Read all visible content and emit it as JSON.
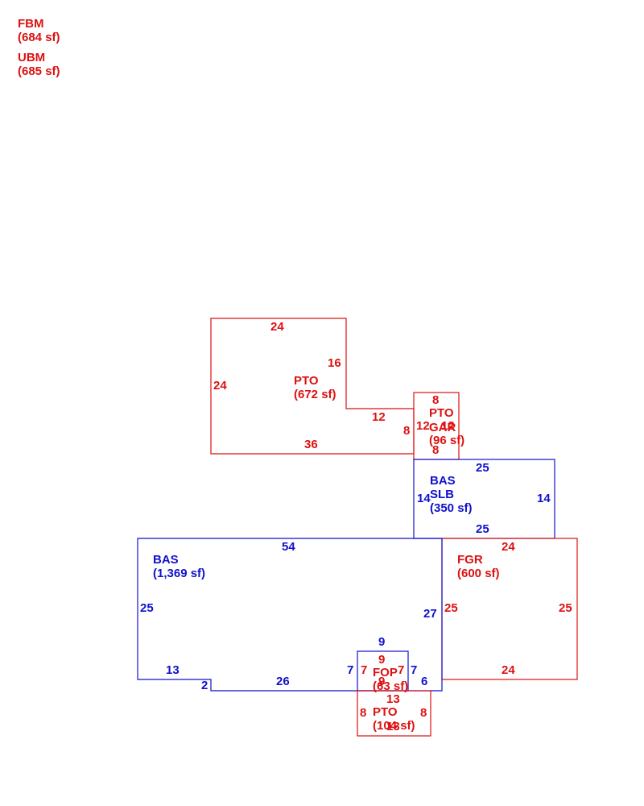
{
  "colors": {
    "red": "#dd1111",
    "blue": "#1111cc"
  },
  "legend": {
    "fbm": {
      "code": "FBM",
      "area": "(684 sf)"
    },
    "ubm": {
      "code": "UBM",
      "area": "(685 sf)"
    }
  },
  "areas": {
    "pto_main": {
      "name": "PTO",
      "area": "(672 sf)",
      "dims": [
        "24",
        "16",
        "24",
        "12",
        "8",
        "36"
      ]
    },
    "pto_small": {
      "name": "PTO",
      "area": "",
      "dims": [
        "8",
        "12",
        "12",
        "8"
      ]
    },
    "gar": {
      "name": "GAR",
      "area": "(96 sf)"
    },
    "bas_slb": {
      "name": "BAS",
      "sub": "SLB",
      "area": "(350 sf)",
      "dims": [
        "25",
        "14",
        "14",
        "25"
      ]
    },
    "bas_main": {
      "name": "BAS",
      "area": "(1,369 sf)",
      "dims": [
        "54",
        "25",
        "27",
        "13",
        "2",
        "26",
        "7",
        "6",
        "9"
      ]
    },
    "fgr": {
      "name": "FGR",
      "area": "(600 sf)",
      "dims": [
        "24",
        "25",
        "25",
        "24"
      ]
    },
    "fop": {
      "name": "FOP",
      "area": "(63 sf)",
      "dims": [
        "9",
        "7",
        "7",
        "9"
      ]
    },
    "pto_bottom": {
      "name": "PTO",
      "area": "(104 sf)",
      "dims": [
        "13",
        "8",
        "8",
        "13"
      ]
    }
  }
}
